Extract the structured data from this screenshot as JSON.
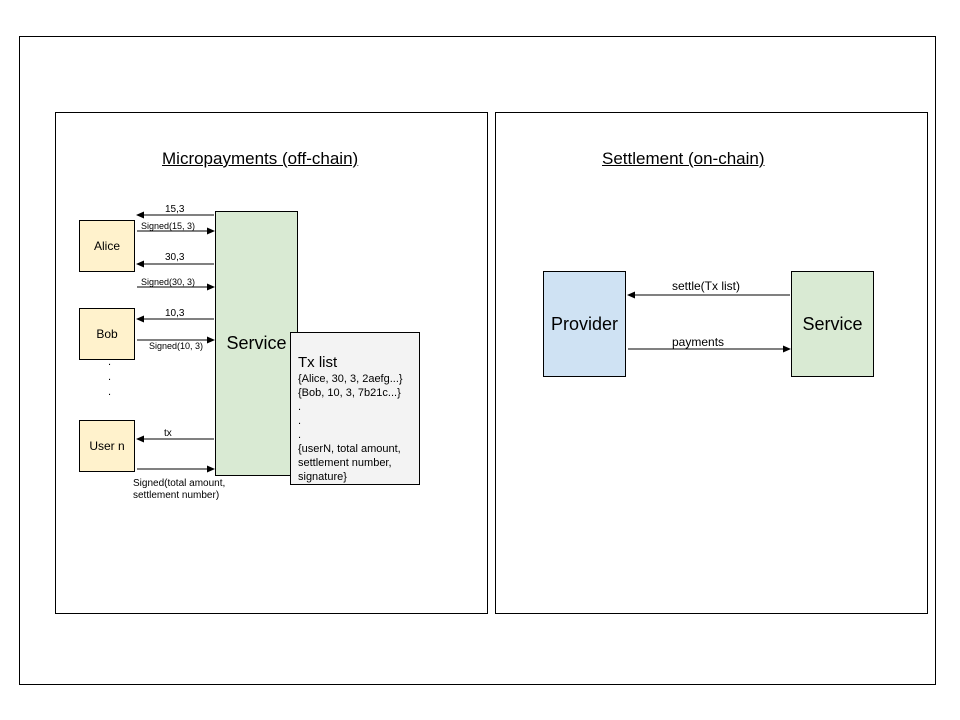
{
  "micropayments": {
    "title": "Micropayments (off-chain)",
    "users": {
      "alice": "Alice",
      "bob": "Bob",
      "user_n": "User n"
    },
    "service_label": "Service",
    "arrows": {
      "alice_in": "15,3",
      "alice_out": "Signed(15, 3)",
      "alice_in2": "30,3",
      "alice_out2": "Signed(30, 3)",
      "bob_in": "10,3",
      "bob_out": "Signed(10, 3)",
      "usern_in": "tx",
      "usern_out_line1": "Signed(total amount,",
      "usern_out_line2": "settlement number)"
    },
    "ellipsis": ".",
    "tx_list": {
      "title": "Tx list",
      "lines": [
        "{Alice, 30, 3, 2aefg...}",
        "{Bob, 10, 3, 7b21c...}",
        ".",
        ".",
        ".",
        "{userN, total amount,",
        "settlement number,",
        "signature}"
      ]
    }
  },
  "settlement": {
    "title": "Settlement (on-chain)",
    "provider_label": "Provider",
    "service_label": "Service",
    "settle_label": "settle(Tx list)",
    "payments_label": "payments"
  },
  "colors": {
    "user_fill": "#fff2cc",
    "service_fill": "#d9ead3",
    "provider_fill": "#cfe2f3",
    "txlist_fill": "#f3f3f3"
  }
}
